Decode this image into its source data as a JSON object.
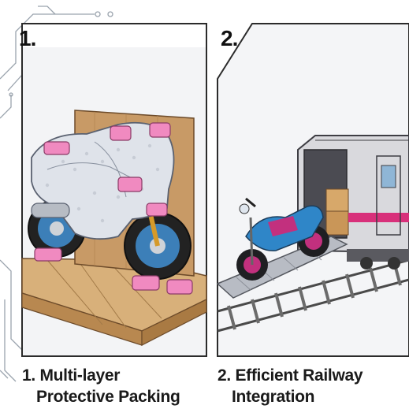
{
  "steps": [
    {
      "number": "1.",
      "caption_line1": "1. Multi-layer",
      "caption_line2": "Protective Packing"
    },
    {
      "number": "2.",
      "caption_line1": "2. Efficient Railway",
      "caption_line2": "Integration"
    }
  ],
  "colors": {
    "foam_pink": "#f08ac0",
    "cardboard": "#c89a66",
    "pallet": "#d8b07a",
    "bubble_wrap": "#dfe3ea",
    "train_body": "#d9d9dd",
    "train_stripe": "#d8307a",
    "bike_blue": "#2f86c8",
    "bike_magenta": "#c2307e"
  },
  "icons": [
    "circuit-line-decoration",
    "motorcycle-illustration",
    "train-illustration"
  ]
}
